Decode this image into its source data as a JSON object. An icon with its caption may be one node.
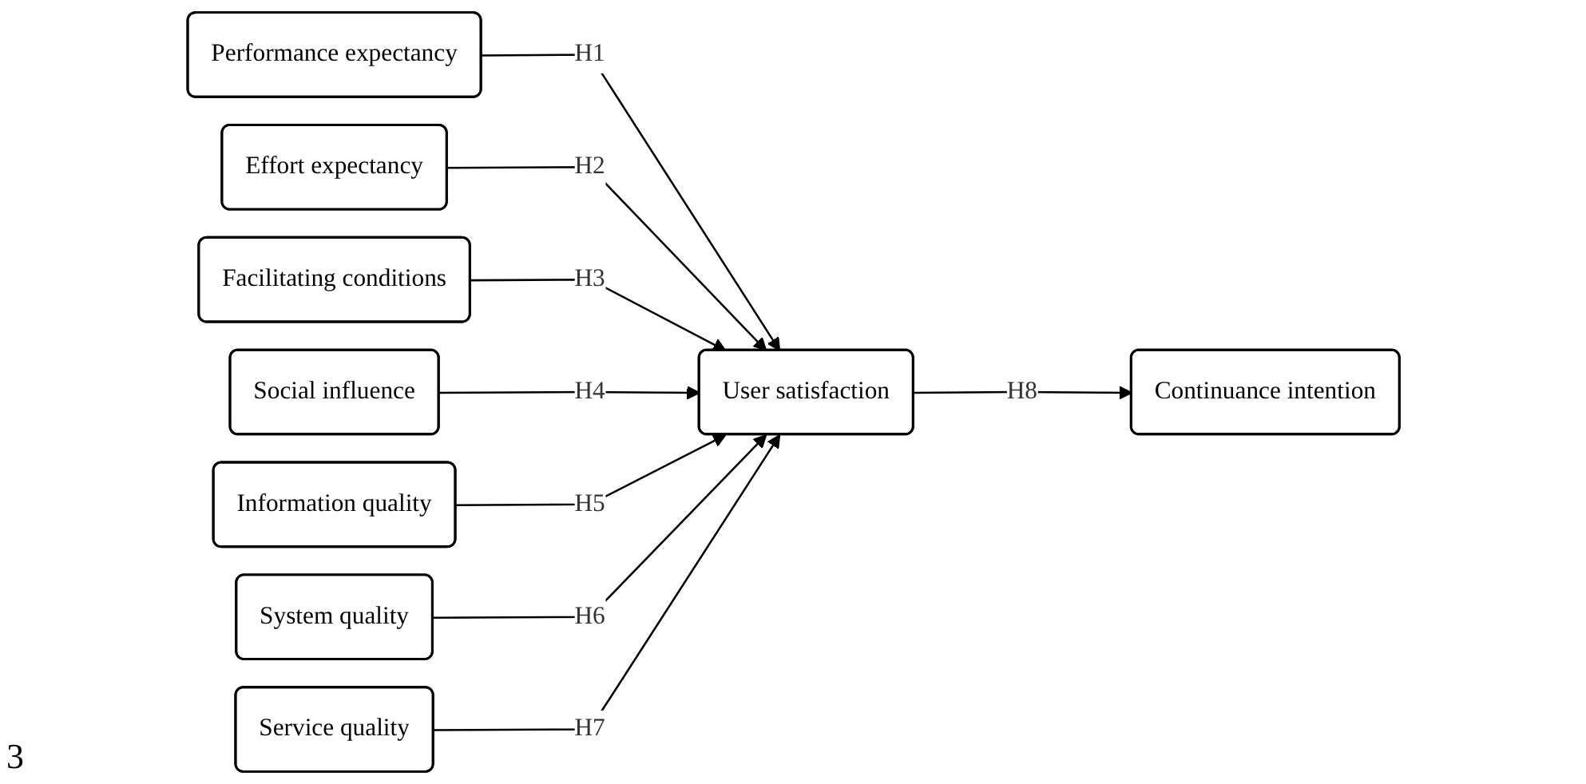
{
  "diagram": {
    "nodes": [
      {
        "text": [
          "Performance expectancy"
        ]
      },
      {
        "text": [
          "Effort expectancy"
        ]
      },
      {
        "text": [
          "Facilitating conditions"
        ]
      },
      {
        "text": [
          "Social influence"
        ]
      },
      {
        "text": [
          "Information quality"
        ]
      },
      {
        "text": [
          "System quality"
        ]
      },
      {
        "text": [
          "Service quality"
        ]
      },
      {
        "text": [
          "User satisfaction"
        ]
      },
      {
        "text": [
          "Continuance intention"
        ]
      }
    ],
    "edges": [
      {
        "from": 0,
        "to": 7,
        "arrow": "to",
        "label": "H1"
      },
      {
        "from": 1,
        "to": 7,
        "arrow": "to",
        "label": "H2"
      },
      {
        "from": 2,
        "to": 7,
        "arrow": "to",
        "label": "H3"
      },
      {
        "from": 3,
        "to": 7,
        "arrow": "to",
        "label": "H4"
      },
      {
        "from": 4,
        "to": 7,
        "arrow": "to",
        "label": "H5"
      },
      {
        "from": 5,
        "to": 7,
        "arrow": "to",
        "label": "H6"
      },
      {
        "from": 6,
        "to": 7,
        "arrow": "to",
        "label": "H7"
      },
      {
        "from": 7,
        "to": 8,
        "arrow": "to",
        "label": "H8"
      }
    ],
    "labels": [
      "3"
    ]
  }
}
